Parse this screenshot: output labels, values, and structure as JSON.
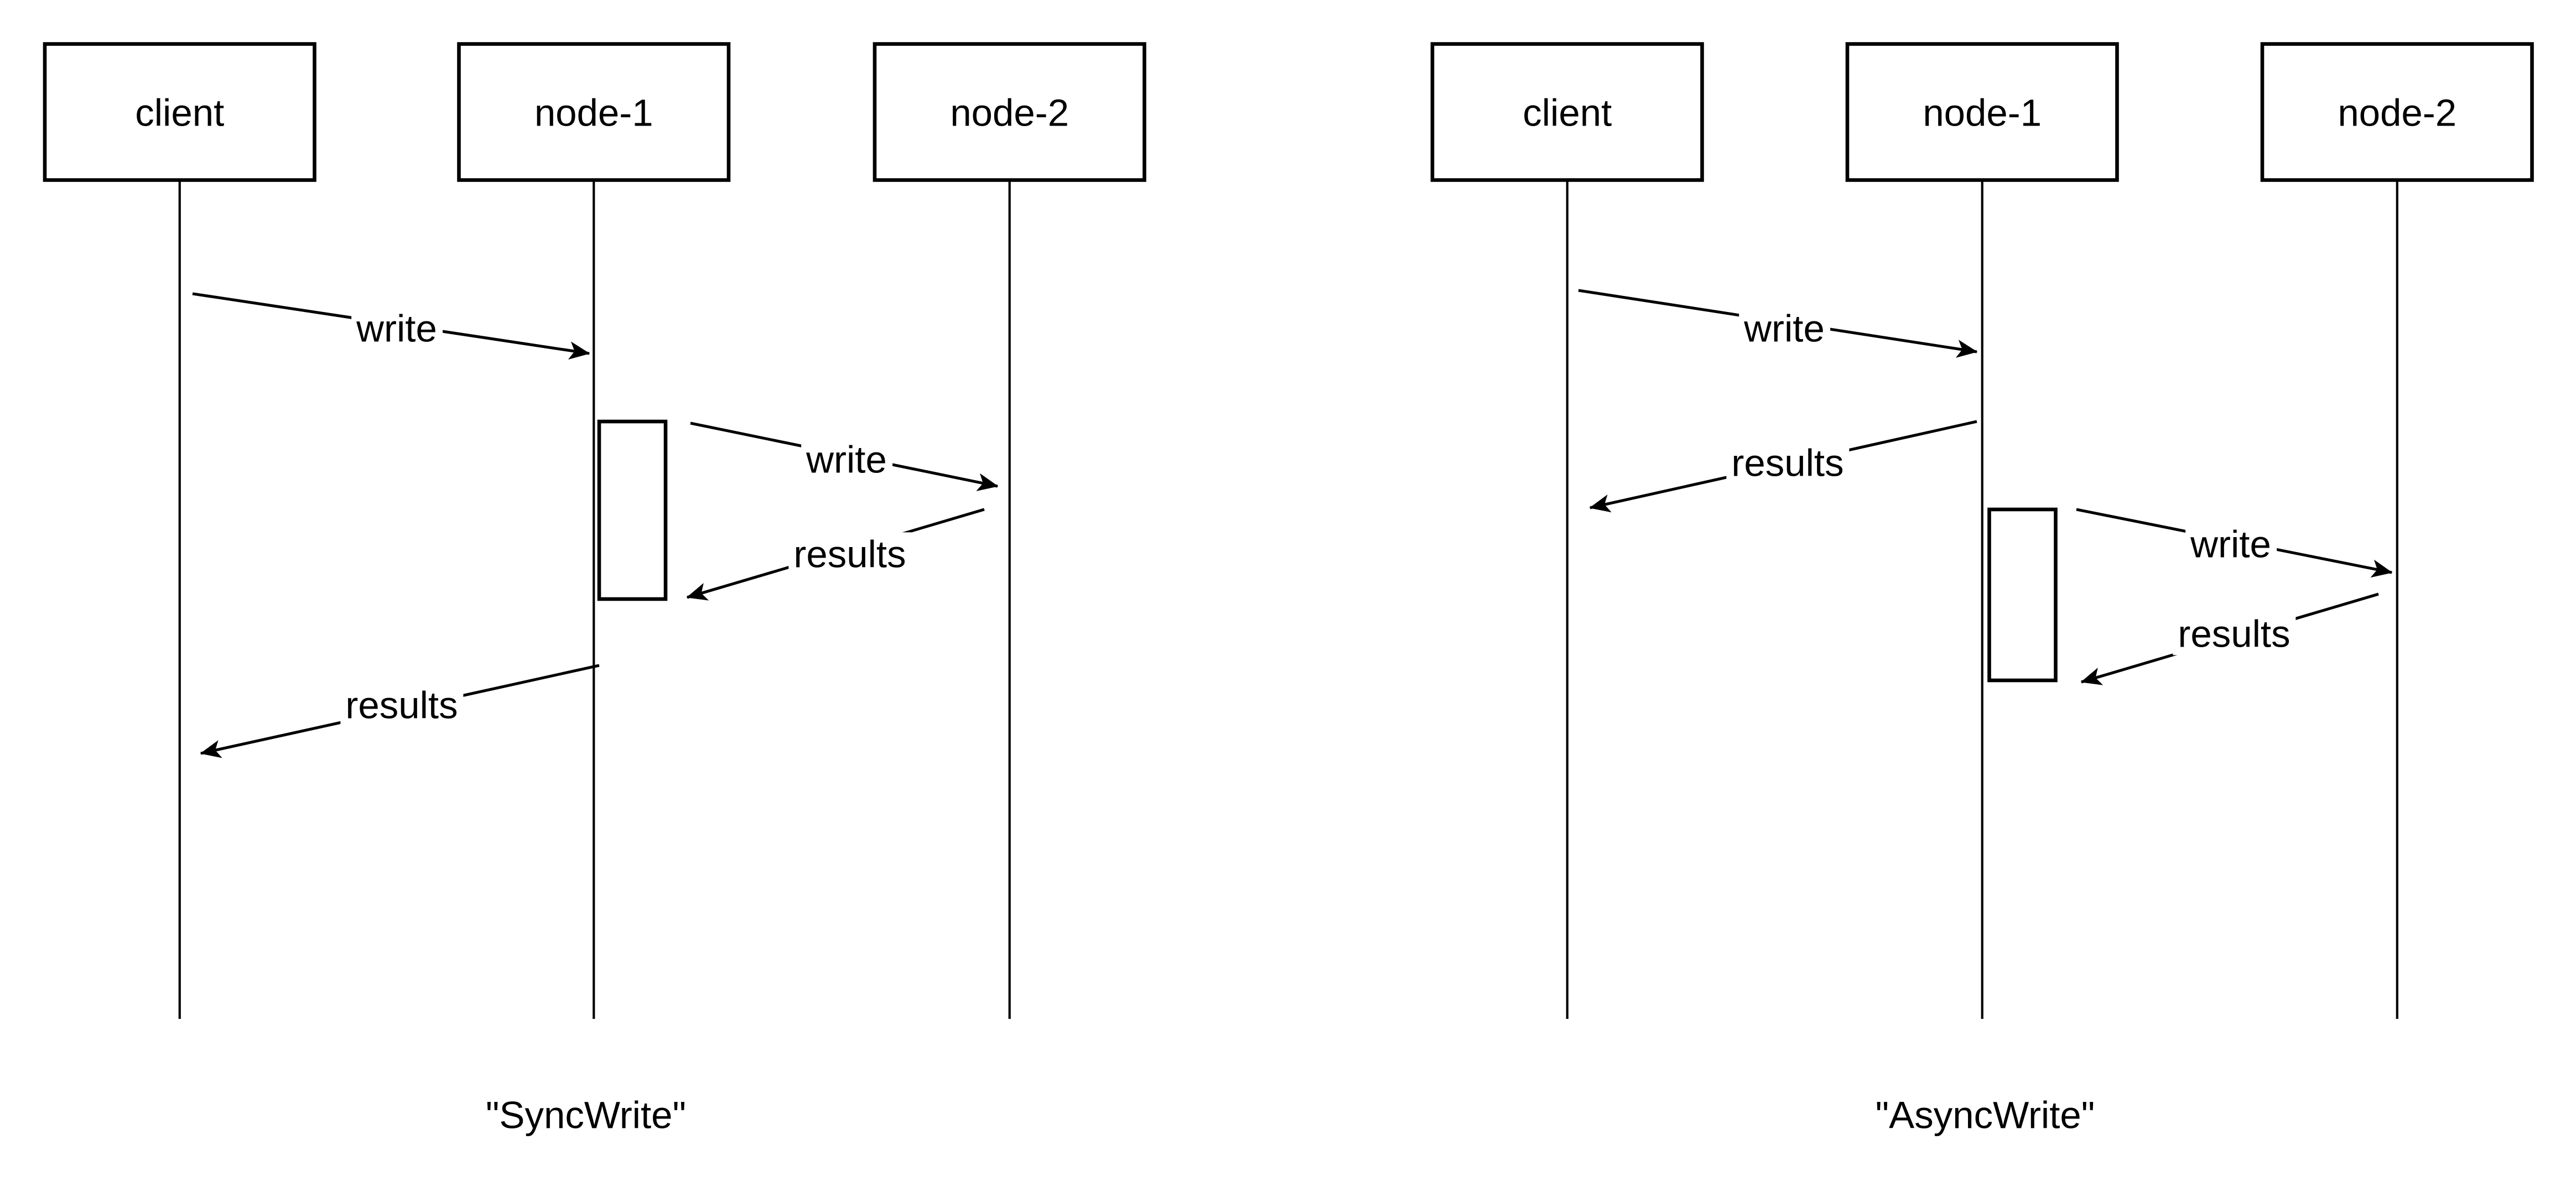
{
  "colors": {
    "stroke": "#000000",
    "background": "#ffffff",
    "text": "#000000"
  },
  "diagrams": [
    {
      "caption": "\"SyncWrite\"",
      "participants": [
        {
          "label": "client"
        },
        {
          "label": "node-1"
        },
        {
          "label": "node-2"
        }
      ],
      "messages": [
        {
          "label": "write",
          "from": "client",
          "to": "node-1"
        },
        {
          "label": "write",
          "from": "node-1",
          "to": "node-2"
        },
        {
          "label": "results",
          "from": "node-2",
          "to": "node-1"
        },
        {
          "label": "results",
          "from": "node-1",
          "to": "client"
        }
      ]
    },
    {
      "caption": "\"AsyncWrite\"",
      "participants": [
        {
          "label": "client"
        },
        {
          "label": "node-1"
        },
        {
          "label": "node-2"
        }
      ],
      "messages": [
        {
          "label": "write",
          "from": "client",
          "to": "node-1"
        },
        {
          "label": "results",
          "from": "node-1",
          "to": "client"
        },
        {
          "label": "write",
          "from": "node-1",
          "to": "node-2"
        },
        {
          "label": "results",
          "from": "node-2",
          "to": "node-1"
        }
      ]
    }
  ]
}
